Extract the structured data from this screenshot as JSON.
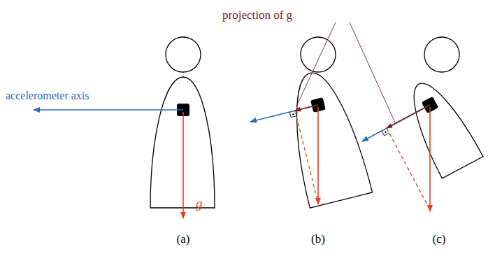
{
  "diagram": {
    "labels": [
      "projection of g⃗",
      "accelerometer axis",
      "g⃗",
      "(a)",
      "(b)",
      "(c)"
    ]
  }
}
